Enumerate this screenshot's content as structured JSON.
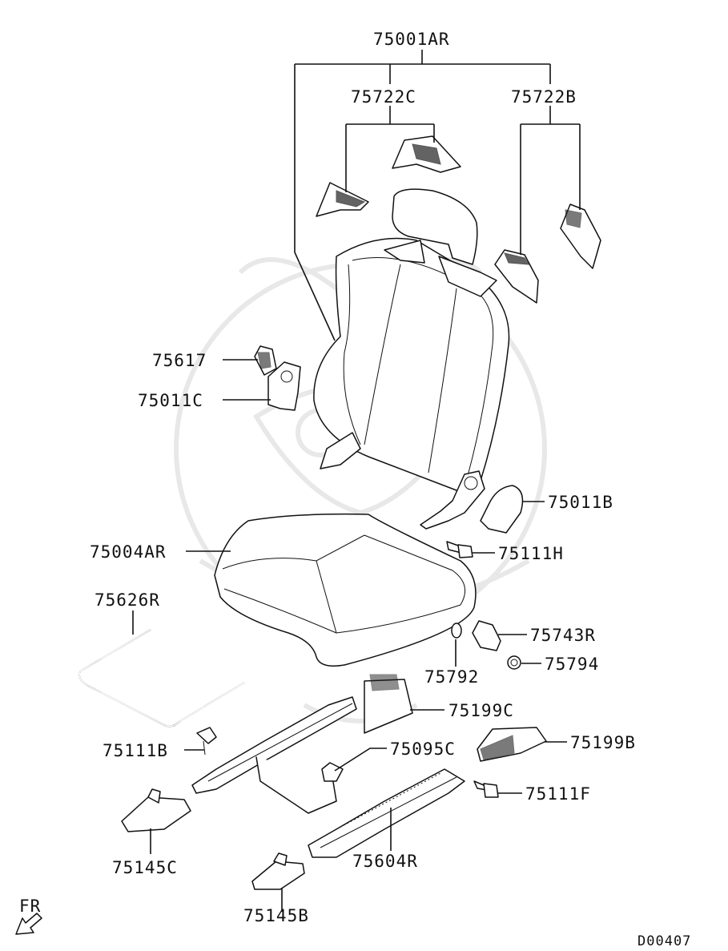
{
  "diagram_id": "D00407",
  "direction_label": "FR",
  "labels": {
    "seat_assy": "75001AR",
    "cover_c": "75722C",
    "cover_b": "75722B",
    "item_75617": "75617",
    "bracket_c": "75011C",
    "bracket_b": "75011B",
    "cushion": "75004AR",
    "bolt_h": "75111H",
    "wire": "75626R",
    "item_75743r": "75743R",
    "item_75792": "75792",
    "item_75794": "75794",
    "cover_199c": "75199C",
    "cover_199b": "75199B",
    "bolt_b": "75111B",
    "item_75095c": "75095C",
    "bolt_f": "75111F",
    "cap_c": "75145C",
    "slide_rail": "75604R",
    "cap_b": "75145B"
  }
}
